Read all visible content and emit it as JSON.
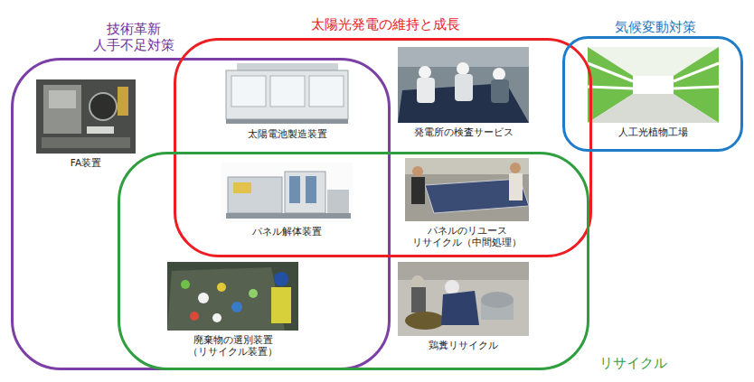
{
  "diagram": {
    "nodes": [
      {
        "text": [
          "技術革新 人手不足対策"
        ]
      },
      {
        "text": [
          "太陽光発電の維持と成長"
        ]
      },
      {
        "text": [
          "気候変動対策"
        ]
      },
      {
        "text": [
          "リサイクル"
        ]
      },
      {
        "text": [
          "FA装置"
        ],
        "in": 0
      },
      {
        "text": [
          "太陽電池製造装置"
        ]
      },
      {
        "text": [
          "発電所の検査サービス"
        ],
        "in": 1
      },
      {
        "text": [
          "人工光植物工場"
        ],
        "in": 2
      },
      {
        "text": [
          "パネル解体装置"
        ]
      },
      {
        "text": [
          "パネルのリユース リサイクル（中間処理）"
        ]
      },
      {
        "text": [
          "廃棄物の選別装置（リサイクル装置）"
        ]
      },
      {
        "text": [
          "鶏糞リサイクル"
        ],
        "in": 3
      }
    ]
  }
}
